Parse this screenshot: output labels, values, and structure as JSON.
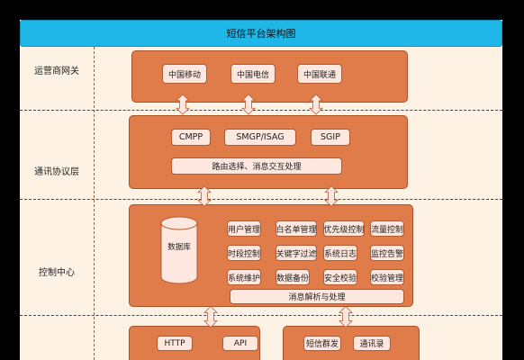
{
  "title": "短信平台架构图",
  "layers": {
    "operator": "运营商网关",
    "protocol": "通讯协议层",
    "control": "控制中心"
  },
  "operator_gateways": [
    "中国移动",
    "中国电信",
    "中国联通"
  ],
  "protocols": [
    "CMPP",
    "SMGP/ISAG",
    "SGIP"
  ],
  "routing": "路由选择、消息交互处理",
  "database": "数据库",
  "control_modules": [
    "用户管理",
    "白名单管理",
    "优先级控制",
    "流量控制",
    "时段控制",
    "关键字过滤",
    "系统日志",
    "监控告警",
    "系统维护",
    "数据备份",
    "安全校验",
    "校验管理"
  ],
  "message_parse": "消息解析与处理",
  "interfaces": [
    "HTTP",
    "API"
  ],
  "apps": [
    "短信群发",
    "通讯录"
  ],
  "colors": {
    "title_bar": "#1fb6e8",
    "panel": "#e07b4a",
    "chip": "#fde7de",
    "background": "#fdf2e3"
  }
}
